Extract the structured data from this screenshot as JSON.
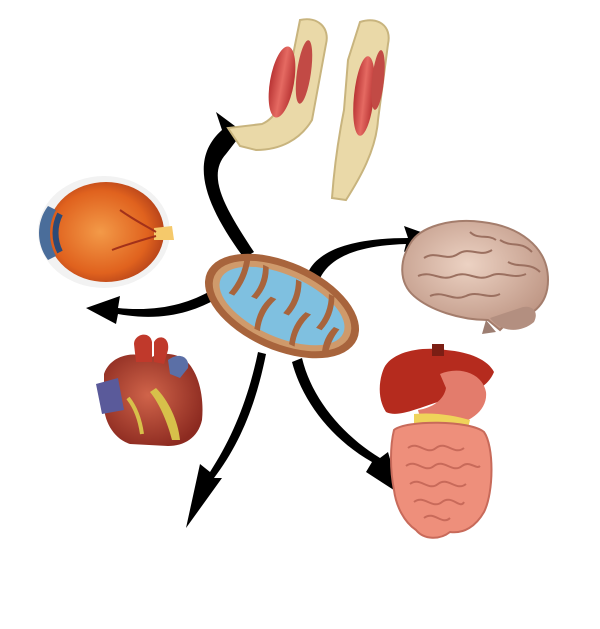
{
  "diagram": {
    "center": {
      "icon": "mitochondrion-icon"
    },
    "targets": [
      {
        "id": "muscle",
        "icon": "arm-muscle-icon"
      },
      {
        "id": "eye",
        "icon": "eye-icon"
      },
      {
        "id": "brain",
        "icon": "brain-icon"
      },
      {
        "id": "heart",
        "icon": "heart-icon"
      },
      {
        "id": "digestive",
        "icon": "digestive-system-icon"
      }
    ],
    "colors": {
      "arrow": "#000000",
      "membrane": "#a8643c",
      "matrix": "#7fc0e0",
      "muscle": "#d94e4e",
      "bone": "#ead9a8",
      "eye_iris": "#e2702a",
      "brain": "#d9b8a6",
      "heart": "#b0402e",
      "liver": "#b52b1e",
      "intestine": "#ee8f7b"
    }
  }
}
